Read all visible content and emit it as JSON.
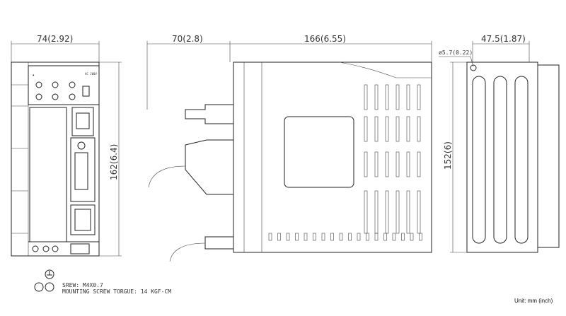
{
  "dimensions": {
    "front_width": "74(2.92)",
    "front_height": "162(6.4)",
    "connector_depth": "70(2.8)",
    "side_depth": "166(6.55)",
    "rear_width": "47.5(1.87)",
    "rear_height": "152(6)",
    "hole_diameter": "ø5.7(0.22)"
  },
  "notes": {
    "screw": "SREW: M4X0.7",
    "torque": "MOUNTING SCREW TORGUE: 14 KGF-CM"
  },
  "unit_label": "Unit: mm (inch)",
  "panel": {
    "voltage": "AC 200V"
  }
}
